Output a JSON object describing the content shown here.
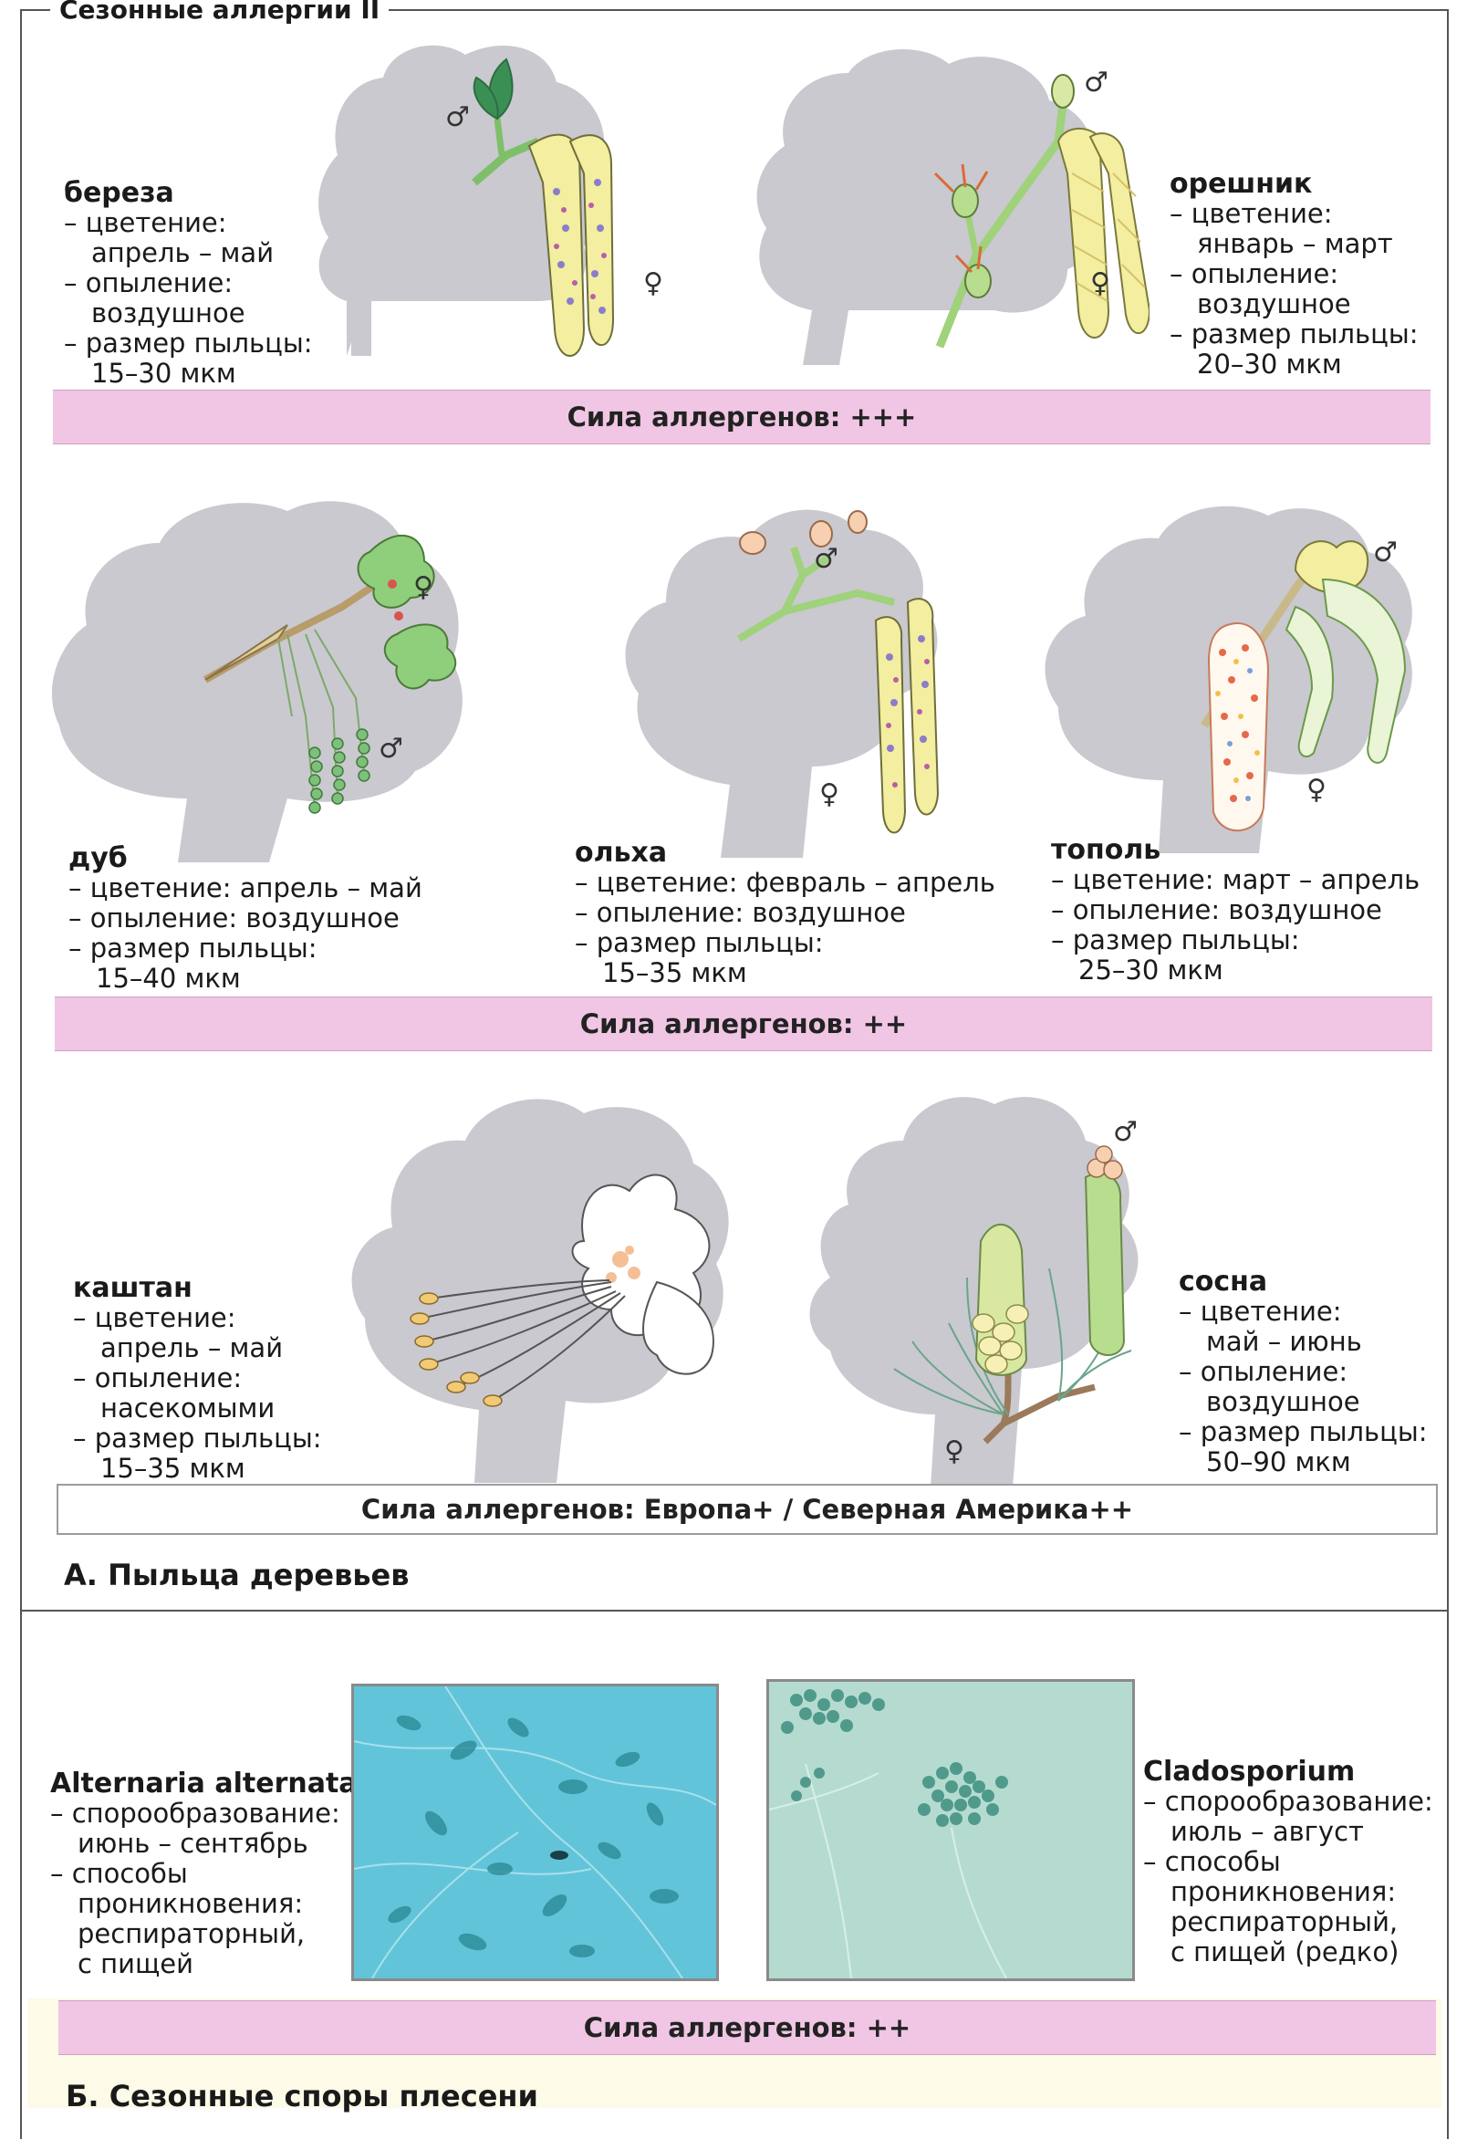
{
  "page_title": "Сезонные аллергии II",
  "section_a": {
    "label": "А. Пыльца деревьев",
    "bars": {
      "strong": "Сила аллергенов: +++",
      "medium": "Сила аллергенов: ++",
      "regional": "Сила аллергенов: Европа+ / Северная Америка++"
    },
    "trees": {
      "birch": {
        "name": "береза",
        "lines": [
          "– цветение:",
          "апрель – май",
          "– опыление:",
          "воздушное",
          "– размер пыльцы:",
          "15–30 мкм"
        ]
      },
      "hazel": {
        "name": "орешник",
        "lines": [
          "– цветение:",
          "январь – март",
          "– опыление:",
          "воздушное",
          "– размер пыльцы:",
          "20–30 мкм"
        ]
      },
      "oak": {
        "name": "дуб",
        "lines": [
          "– цветение: апрель – май",
          "– опыление: воздушное",
          "– размер пыльцы:",
          "15–40 мкм"
        ]
      },
      "alder": {
        "name": "ольха",
        "lines": [
          "– цветение: февраль – апрель",
          "– опыление: воздушное",
          "– размер пыльцы:",
          "15–35 мкм"
        ]
      },
      "poplar": {
        "name": "тополь",
        "lines": [
          "– цветение: март – апрель",
          "– опыление: воздушное",
          "– размер пыльцы:",
          "25–30 мкм"
        ]
      },
      "chestnut": {
        "name": "каштан",
        "lines": [
          "– цветение:",
          "апрель – май",
          "– опыление:",
          "насекомыми",
          "– размер пыльцы:",
          "15–35 мкм"
        ]
      },
      "pine": {
        "name": "сосна",
        "lines": [
          "– цветение:",
          "май – июнь",
          "– опыление:",
          "воздушное",
          "– размер пыльцы:",
          "50–90 мкм"
        ]
      }
    },
    "symbols": {
      "male": "♂",
      "female": "♀"
    }
  },
  "section_b": {
    "label": "Б. Сезонные споры плесени",
    "bar": "Сила аллергенов: ++",
    "molds": {
      "alternaria": {
        "name": "Alternaria alternata",
        "lines": [
          "– спорообразование:",
          "июнь – сентябрь",
          "– способы",
          "проникновения:",
          "респираторный,",
          "с пищей"
        ]
      },
      "cladosporium": {
        "name": "Cladosporium",
        "lines": [
          "– спорообразование:",
          "июль – август",
          "– способы",
          "проникновения:",
          "респираторный,",
          "с пищей (редко)"
        ]
      }
    }
  },
  "colors": {
    "tree_silhouette": "#c9c9cf",
    "pink_bar": "#f0c6e4",
    "catkin_yellow": "#f3eea0",
    "leaf_green": "#8fce7b",
    "mold_blue": "#5fc3d8",
    "mold_green": "#a9d4c9"
  }
}
